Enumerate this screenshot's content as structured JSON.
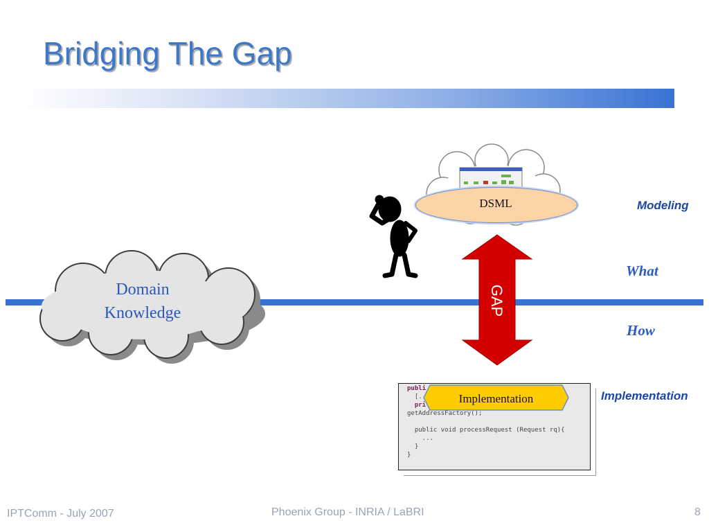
{
  "slide": {
    "title": "Bridging The Gap",
    "cloud_left_line1": "Domain",
    "cloud_left_line2": "Knowledge",
    "dsml_label": "DSML",
    "gap_label": "GAP",
    "implementation_label": "Implementation",
    "right_labels": {
      "modeling": "Modeling",
      "what": "What",
      "how": "How",
      "implementation": "Implementation"
    },
    "code_lines": [
      "publi",
      "  [..",
      "  pri",
      "getAddressFactory();",
      "",
      "  public void processRequest (Request rq){",
      "    ...",
      "  }",
      "}"
    ]
  },
  "footer": {
    "left": "IPTComm - July 2007",
    "center": "Phoenix Group  - INRIA / LaBRI",
    "right": "8"
  },
  "colors": {
    "title": "#3e78c9",
    "line": "#3a73d4",
    "arrow": "#d40000",
    "dsml_fill": "#fdd4a8",
    "impl_fill": "#ffcc00"
  }
}
